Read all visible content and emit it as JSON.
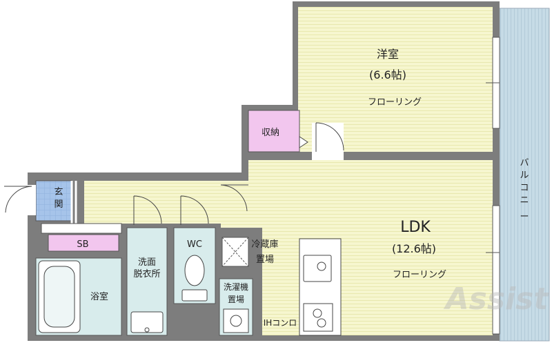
{
  "rooms": {
    "western": {
      "name": "洋室",
      "size": "(6.6帖)",
      "floor": "フローリング"
    },
    "ldk": {
      "name": "LDK",
      "size": "(12.6帖)",
      "floor": "フローリング"
    },
    "closet": "収納",
    "entrance": [
      "玄",
      "関"
    ],
    "shoebox": "SB",
    "bath": "浴室",
    "washroom": [
      "洗面",
      "脱衣所"
    ],
    "wc": "WC",
    "fridge": [
      "冷蔵庫",
      "置場"
    ],
    "washer": [
      "洗濯機",
      "置場"
    ],
    "stove": "IHコンロ",
    "balcony": [
      "バ",
      "ル",
      "コ",
      "ニ",
      "ー"
    ]
  },
  "watermark": "Assist",
  "colors": {
    "wall": "#7d7d7d",
    "floor": "#f6f6cf",
    "floor_line": "#e6e6a8",
    "wet": "#d8ecec",
    "closet": "#f2c6ee",
    "entrance": "#a6c4ea",
    "balcony": "#c6dbe6"
  }
}
